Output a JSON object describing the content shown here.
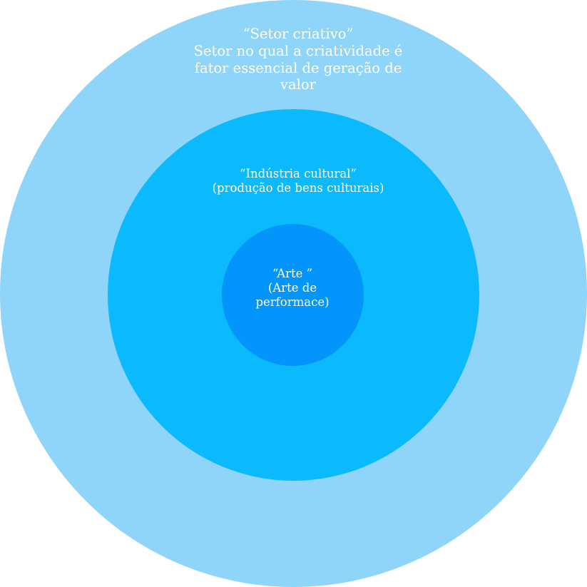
{
  "colors": {
    "outer_circle": "#8fd4f9",
    "middle_circle": "#0bb9fd",
    "inner_circle": "#0395fc",
    "text": "#ffffff"
  },
  "outer": {
    "lines": [
      "“Setor criativo”",
      "Setor no qual a criatividade é",
      "fator essencial de geração de",
      "valor"
    ]
  },
  "middle": {
    "lines": [
      "“Indústria cultural”",
      "(produção de bens culturais)"
    ]
  },
  "inner": {
    "lines": [
      "“Arte ”",
      "(Arte de",
      "performace)"
    ]
  }
}
